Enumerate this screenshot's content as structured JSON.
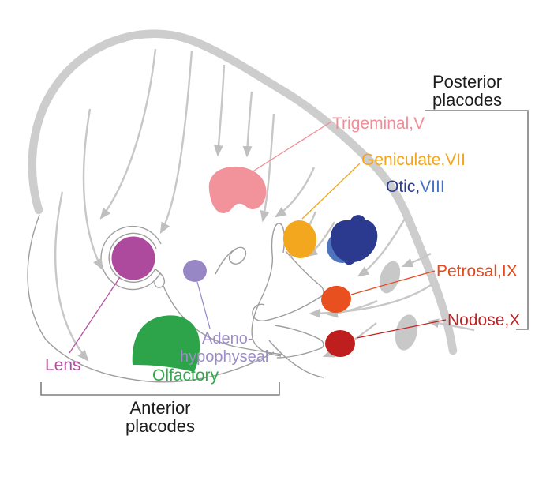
{
  "figure": {
    "title": "Cranial placodes fate map diagram",
    "groups": {
      "posterior_line1": "Posterior",
      "posterior_line2": "placodes",
      "anterior_line1": "Anterior",
      "anterior_line2": "placodes"
    },
    "labels": {
      "trigeminal": "Trigeminal,V",
      "geniculate": "Geniculate,VII",
      "otic_name": "Otic,",
      "otic_numeral": "VIII",
      "petrosal": "Petrosal,IX",
      "nodose": "Nodose,X",
      "lens": "Lens",
      "adeno_line1": "Adeno-",
      "adeno_line2": "hypophyseal",
      "olfactory": "Olfactory"
    },
    "colors": {
      "trigeminal": "#F2929B",
      "trigeminal_text": "#F08E97",
      "geniculate": "#F3A71E",
      "geniculate_text": "#F5A41C",
      "otic_main": "#2B3A8E",
      "otic_light": "#4E74BE",
      "otic_text_dark": "#2C3B8D",
      "otic_text_light": "#4A70C4",
      "petrosal": "#E8511F",
      "petrosal_text": "#E8491D",
      "nodose": "#BF1E1E",
      "nodose_text": "#C42020",
      "lens": "#AE4A9D",
      "lens_text": "#B5509C",
      "adeno": "#9787C5",
      "adeno_text": "#9C8CC8",
      "olfactory": "#2EA44A",
      "olfactory_text": "#2FA94A",
      "group_text": "#1C1C1C",
      "bracket": "#7E7E7E",
      "embryo_outline": "#CDCDCD",
      "thin_outline": "#9E9E9E",
      "arrow": "#C7C7C7",
      "somite": "#C8C8C8"
    }
  }
}
